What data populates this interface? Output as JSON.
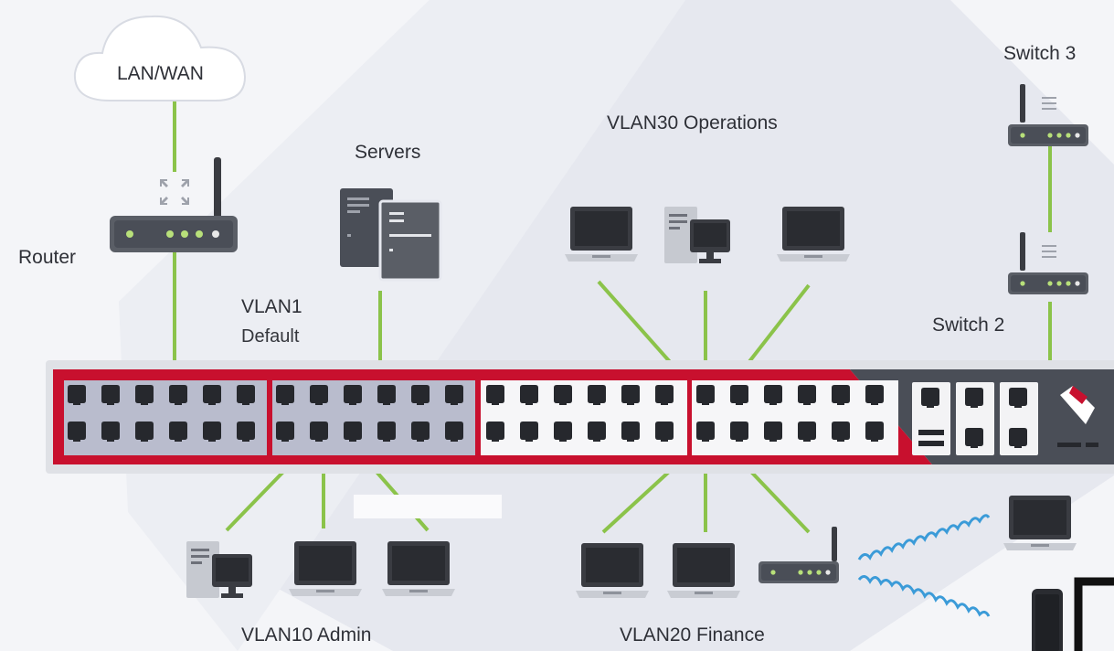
{
  "labels": {
    "lan_wan": "LAN/WAN",
    "router": "Router",
    "servers": "Servers",
    "vlan1": "VLAN1",
    "vlan1_sub": "Default",
    "vlan30": "VLAN30 Operations",
    "switch3": "Switch 3",
    "switch2": "Switch 2",
    "vlan10": "VLAN10 Admin",
    "vlan20": "VLAN20 Finance"
  },
  "colors": {
    "link": "#8bc34a",
    "switch_red": "#c8102e",
    "switch_dark": "#4a4e57",
    "port_dark": "#2b2d33",
    "background": "#f4f5f8",
    "hexagon": "#e4e6ee"
  },
  "icons": {
    "cloud": "cloud-icon",
    "router": "router-icon",
    "server": "server-icon",
    "laptop": "laptop-icon",
    "desktop": "desktop-icon",
    "access_point": "access-point-icon",
    "wifi_wave": "wifi-wave-icon",
    "phone": "phone-icon",
    "brand": "brand-logo-icon"
  }
}
